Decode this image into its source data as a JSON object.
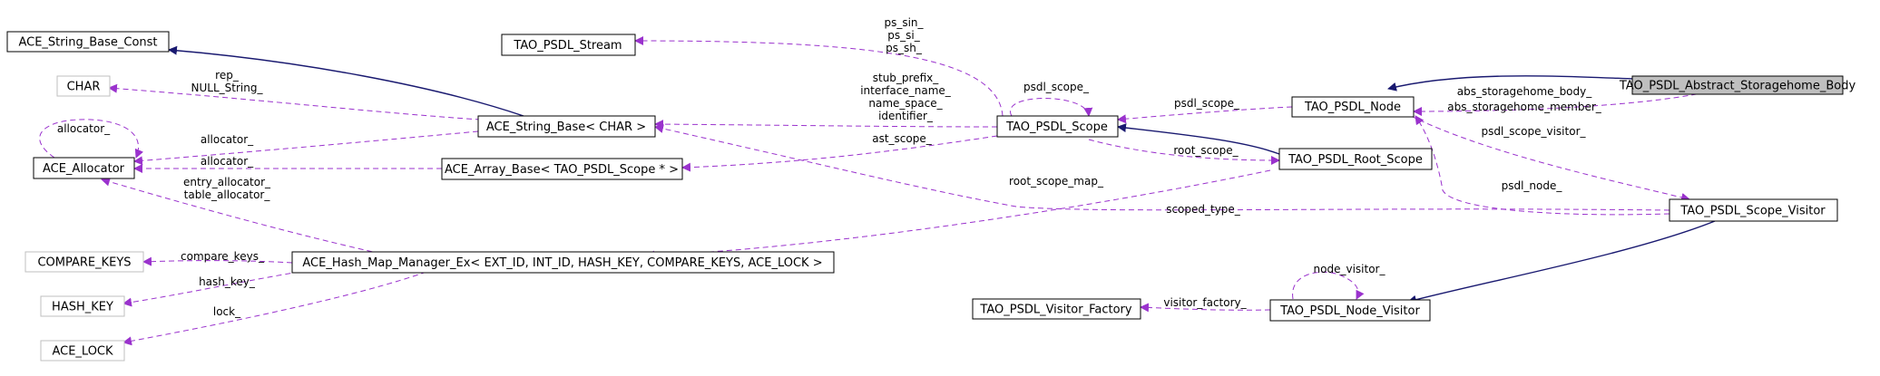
{
  "nodes": {
    "abstract_storagehome_body": "TAO_PSDL_Abstract_Storagehome_Body",
    "node": "TAO_PSDL_Node",
    "scope": "TAO_PSDL_Scope",
    "root_scope": "TAO_PSDL_Root_Scope",
    "scope_visitor": "TAO_PSDL_Scope_Visitor",
    "node_visitor": "TAO_PSDL_Node_Visitor",
    "visitor_factory": "TAO_PSDL_Visitor_Factory",
    "stream": "TAO_PSDL_Stream",
    "string_base_const": "ACE_String_Base_Const",
    "char": "CHAR",
    "string_base": "ACE_String_Base< CHAR >",
    "allocator": "ACE_Allocator",
    "array_base": "ACE_Array_Base< TAO_PSDL_Scope * >",
    "hash_map_manager": "ACE_Hash_Map_Manager_Ex< EXT_ID, INT_ID, HASH_KEY, COMPARE_KEYS, ACE_LOCK >",
    "compare_keys": "COMPARE_KEYS",
    "hash_key": "HASH_KEY",
    "ace_lock": "ACE_LOCK"
  },
  "edge_labels": {
    "abs_storagehome": [
      "abs_storagehome_body_",
      "abs_storagehome_member_"
    ],
    "psdl_scope_node": "psdl_scope_",
    "psdl_scope_self": "psdl_scope_",
    "psdl_scope_visitor": "psdl_scope_visitor_",
    "psdl_node": "psdl_node_",
    "ps_stream": [
      "ps_sin_",
      "ps_si_",
      "ps_sh_"
    ],
    "string_fields": [
      "stub_prefix_",
      "interface_name_",
      "name_space_",
      "identifier_"
    ],
    "ast_scope": "ast_scope_",
    "root_scope": "root_scope_",
    "root_scope_map": "root_scope_map_",
    "scoped_type": "scoped_type_",
    "rep": [
      "rep_",
      "NULL_String_"
    ],
    "allocator_self": "allocator_",
    "allocator_string": "allocator_",
    "allocator_array": "allocator_",
    "allocator_hash": [
      "entry_allocator_",
      "table_allocator_"
    ],
    "compare_keys": "compare_keys_",
    "hash_key": "hash_key_",
    "lock": "lock_",
    "node_visitor_self": "node_visitor_",
    "visitor_factory": "visitor_factory_"
  }
}
